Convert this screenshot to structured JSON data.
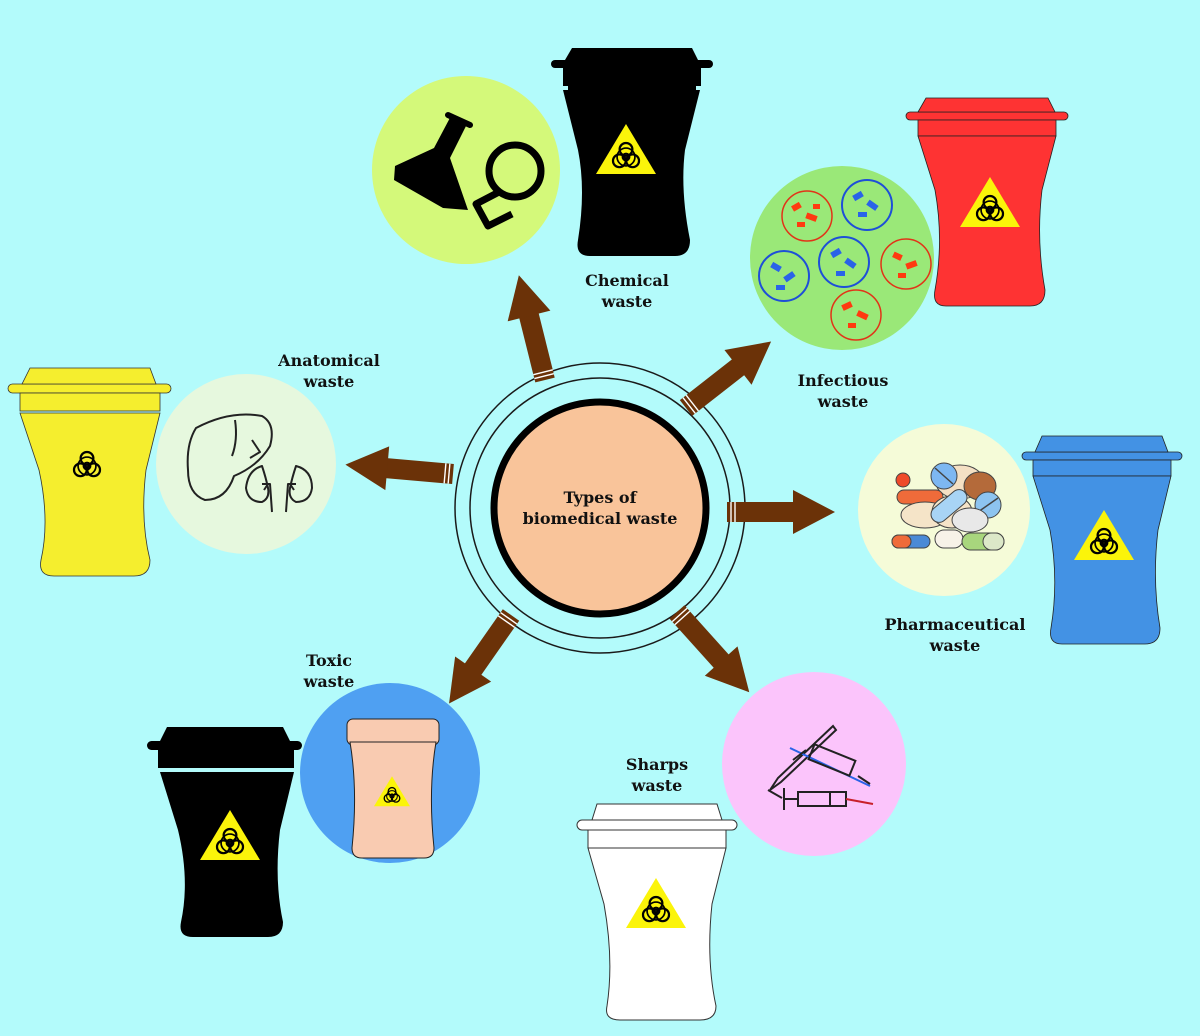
{
  "center": {
    "line1": "Types of",
    "line2": "biomedical waste",
    "fill": "#f9c49a"
  },
  "categories": [
    {
      "id": "chemical",
      "line1": "Chemical",
      "line2": "waste",
      "bin_color": "#000000",
      "circle_color": "#d4f97a",
      "icon": "flask-icon"
    },
    {
      "id": "infectious",
      "line1": "Infectious",
      "line2": "waste",
      "bin_color": "#fe3333",
      "circle_color": "#9ae878",
      "icon": "petri-dish-icon"
    },
    {
      "id": "pharmaceutical",
      "line1": "Pharmaceutical",
      "line2": "waste",
      "bin_color": "#4392e4",
      "circle_color": "#f5fbd8",
      "icon": "pills-icon"
    },
    {
      "id": "sharps",
      "line1": "Sharps",
      "line2": "waste",
      "bin_color": "#ffffff",
      "circle_color": "#fbc4fb",
      "icon": "syringe-icon"
    },
    {
      "id": "toxic",
      "line1": "Toxic",
      "line2": "waste",
      "bin_color": "#000000",
      "circle_color": "#4fa0f2",
      "icon": "container-icon"
    },
    {
      "id": "anatomical",
      "line1": "Anatomical",
      "line2": "waste",
      "bin_color": "#f5ee2e",
      "circle_color": "#e6f8de",
      "icon": "organs-icon"
    }
  ],
  "colors": {
    "background": "#b3fbfb",
    "arrow": "#6b3208",
    "hazard_triangle": "#fbf40a"
  }
}
